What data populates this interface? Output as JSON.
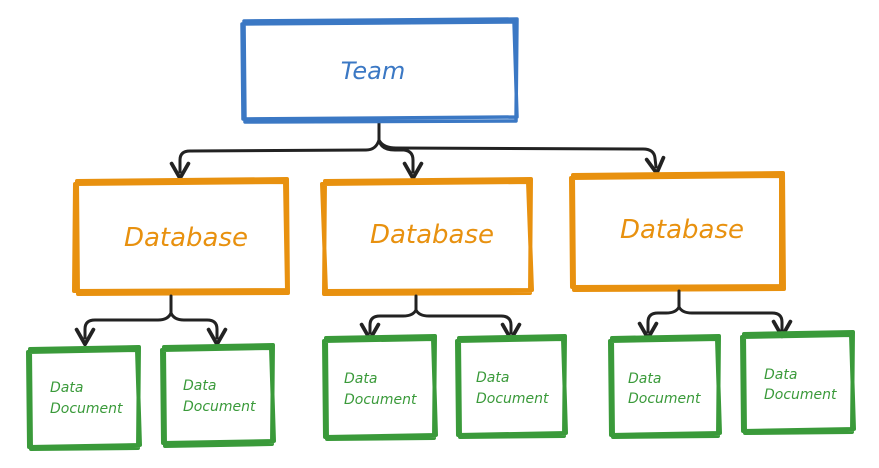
{
  "root": {
    "label": "Team"
  },
  "databases": [
    {
      "label": "Database",
      "documents": [
        {
          "line1": "Data",
          "line2": "Document"
        },
        {
          "line1": "Data",
          "line2": "Document"
        }
      ]
    },
    {
      "label": "Database",
      "documents": [
        {
          "line1": "Data",
          "line2": "Document"
        },
        {
          "line1": "Data",
          "line2": "Document"
        }
      ]
    },
    {
      "label": "Database",
      "documents": [
        {
          "line1": "Data",
          "line2": "Document"
        },
        {
          "line1": "Data",
          "line2": "Document"
        }
      ]
    }
  ],
  "colors": {
    "team": "#3b78c4",
    "database": "#e8910f",
    "document": "#3a9a3a",
    "connector": "#222222"
  }
}
